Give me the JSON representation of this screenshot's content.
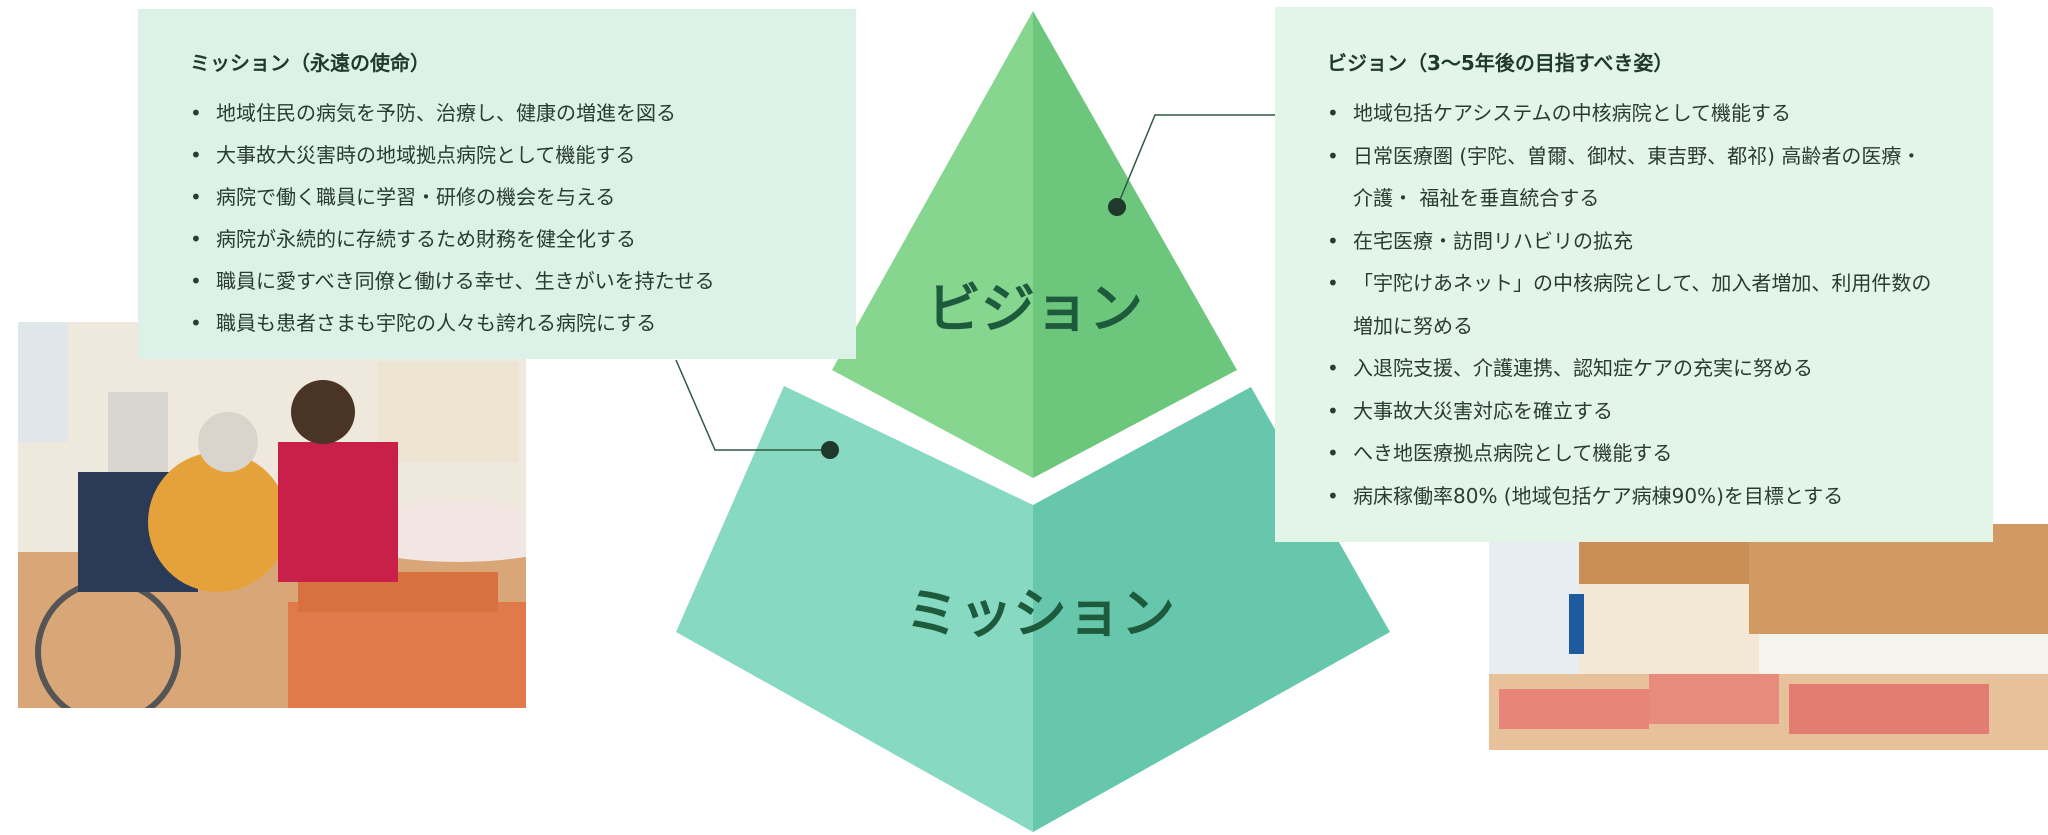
{
  "pyramid": {
    "vision_label": "ビジョン",
    "mission_label": "ミッション",
    "colors": {
      "vision_left": "#86d68f",
      "vision_right": "#6cc77c",
      "mission_left": "#87d9c2",
      "mission_right": "#66c7ad",
      "label": "#1e5a3c",
      "connector": "#2f5a43"
    }
  },
  "mission": {
    "title": "ミッション（永遠の使命）",
    "items": [
      "地域住民の病気を予防、治療し、健康の増進を図る",
      "大事故大災害時の地域拠点病院として機能する",
      "病院で働く職員に学習・研修の機会を与える",
      "病院が永続的に存続するため財務を健全化する",
      "職員に愛すべき同僚と働ける幸せ、生きがいを持たせる",
      "職員も患者さまも宇陀の人々も誇れる病院にする"
    ]
  },
  "vision": {
    "title": "ビジョン（3〜5年後の目指すべき姿）",
    "items": [
      "地域包括ケアシステムの中核病院として機能する",
      "日常医療圏 (宇陀、曽爾、御杖、東吉野、都祁) 高齢者の医療・",
      "介護・ 福祉を垂直統合する",
      "在宅医療・訪問リハビリの拡充",
      "「宇陀けあネット」の中核病院として、加入者増加、利用件数の",
      "増加に努める",
      "入退院支援、介護連携、認知症ケアの充実に努める",
      "大事故大災害対応を確立する",
      "へき地医療拠点病院として機能する",
      "病床稼働率80% (地域包括ケア病棟90%)を目標とする"
    ]
  },
  "photos": {
    "care": "photo-elderly-care",
    "lobby": "photo-hospital-lobby"
  }
}
